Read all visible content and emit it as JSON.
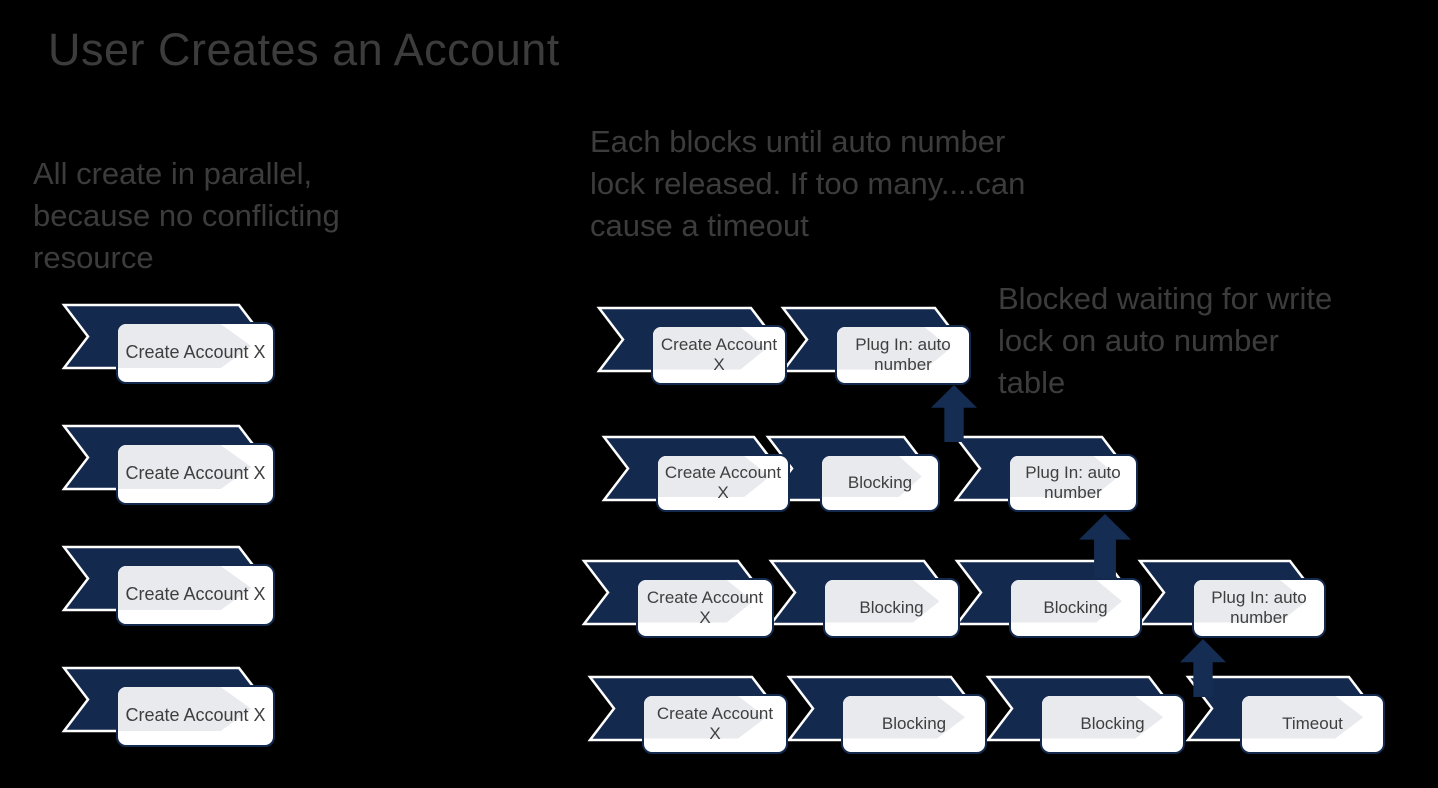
{
  "title": "User Creates an Account",
  "notes": {
    "left": "All create in parallel,\nbecause no conflicting\nresource",
    "right": "Each blocks until auto number\nlock released. If too many....can\ncause a timeout",
    "blocked": "Blocked waiting for write\nlock on auto number\ntable"
  },
  "left_lane": {
    "items": [
      "Create Account X",
      "Create Account X",
      "Create Account X",
      "Create Account X"
    ]
  },
  "right_lane": {
    "rows": [
      [
        "Create Account\nX",
        "Plug In: auto\nnumber"
      ],
      [
        "Create Account\nX",
        "Blocking",
        "Plug In: auto\nnumber"
      ],
      [
        "Create Account\nX",
        "Blocking",
        "Blocking",
        "Plug In: auto\nnumber"
      ],
      [
        "Create Account\nX",
        "Blocking",
        "Blocking",
        "Timeout"
      ]
    ]
  },
  "connectors": [
    {
      "from": "row-2 Plug In: auto number",
      "to": "row-1 Plug In: auto number",
      "direction": "up"
    },
    {
      "from": "row-3 Plug In: auto number",
      "to": "row-2 Plug In: auto number",
      "direction": "up"
    },
    {
      "from": "row-4 Timeout",
      "to": "row-3 Plug In: auto number",
      "direction": "up"
    }
  ],
  "colors": {
    "background": "#000000",
    "chevron_navy": "#13294e",
    "arrow_navy": "#162d53",
    "chevron_outline": "#ffffff",
    "box_fill": "#ffffff",
    "inner_chevron": "#e8eaee",
    "note_text": "#3c3c3c",
    "box_text": "#3f3f3f"
  }
}
